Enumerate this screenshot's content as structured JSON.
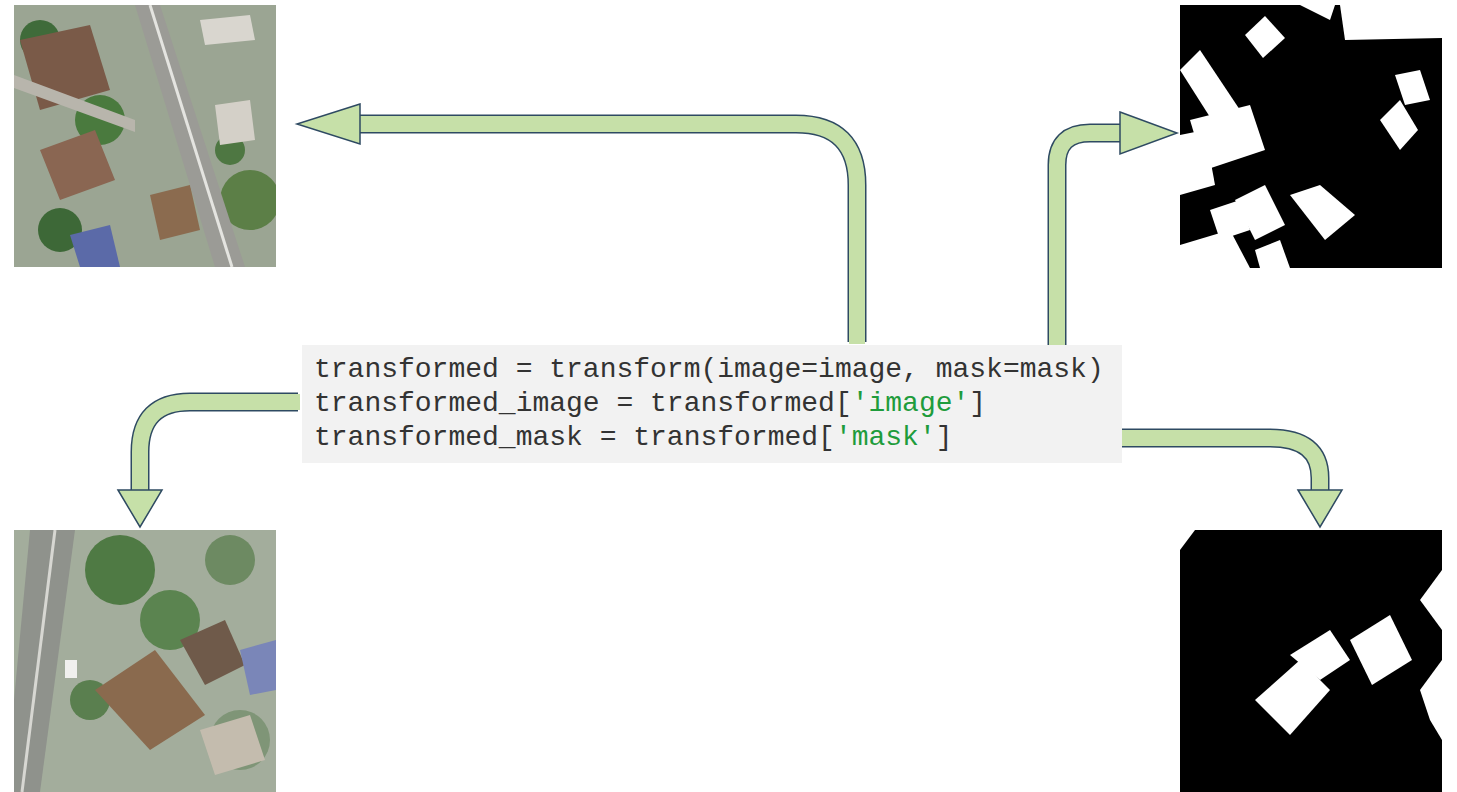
{
  "diagram": {
    "nodes": [
      {
        "text": [
          "transformed = transform(image=image, mask=mask)",
          "transformed_image = transformed['image']",
          "transformed_mask = transformed['mask']"
        ]
      }
    ]
  }
}
